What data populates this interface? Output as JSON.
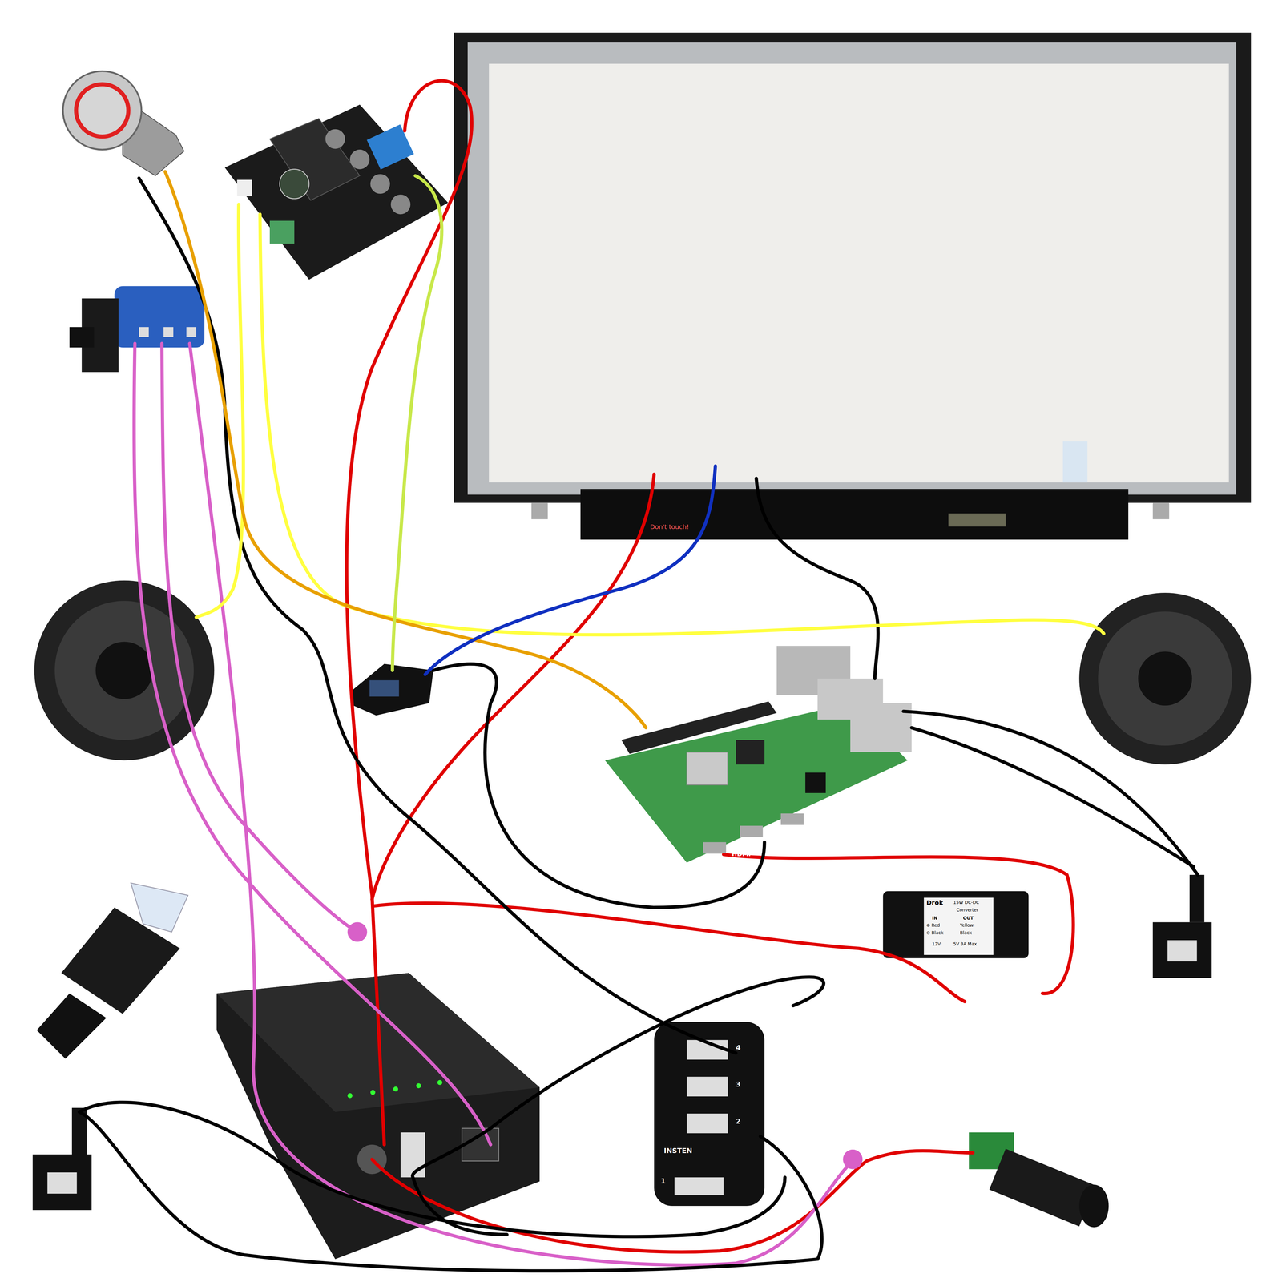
{
  "diagram": {
    "labels": [
      "Drok",
      "15W DC-DC",
      "Converter",
      "IN",
      "OUT",
      "⊕ Red",
      "Yellow",
      "⊖ Black",
      "Black",
      "12V",
      "5V 3A Max",
      "INSTEN",
      "1",
      "2",
      "3",
      "4",
      "HDMI",
      "Don't touch!"
    ]
  }
}
